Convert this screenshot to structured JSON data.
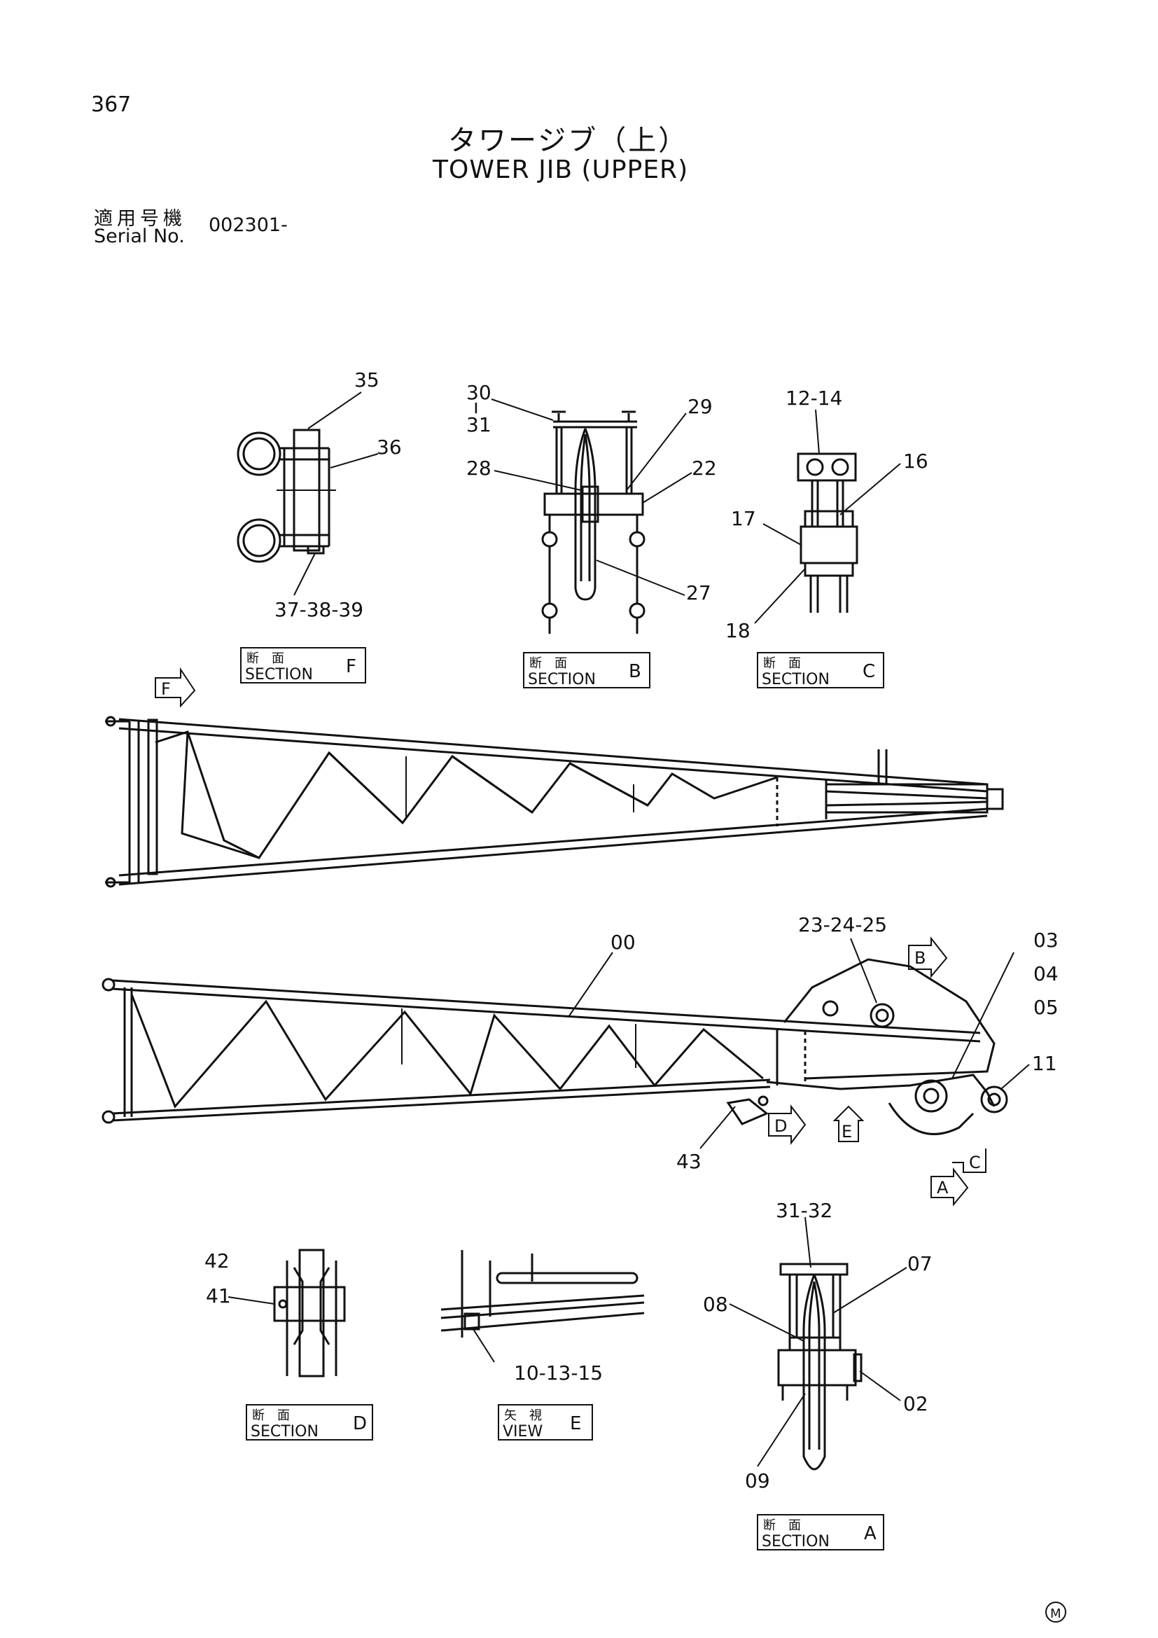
{
  "page_number": "367",
  "title_jp": "タワージブ（上）",
  "title_en": "TOWER JIB (UPPER)",
  "serial_label_jp": "適用号機",
  "serial_label_en": "Serial No.",
  "serial_value": "002301-",
  "section_tags": {
    "F": {
      "jp": "断　面",
      "en": "SECTION",
      "letter": "F"
    },
    "B": {
      "jp": "断　面",
      "en": "SECTION",
      "letter": "B"
    },
    "C": {
      "jp": "断　面",
      "en": "SECTION",
      "letter": "C"
    },
    "D": {
      "jp": "断　面",
      "en": "SECTION",
      "letter": "D"
    },
    "E": {
      "jp": "矢　視",
      "en": "VIEW",
      "letter": "E"
    },
    "A": {
      "jp": "断　面",
      "en": "SECTION",
      "letter": "A"
    }
  },
  "view_markers": {
    "F": "F",
    "B": "B",
    "D": "D",
    "E": "E",
    "C": "C",
    "A": "A"
  },
  "part_labels": {
    "l35": "35",
    "l36": "36",
    "l37_39": "37-38-39",
    "l30": "30",
    "l31": "31",
    "l29": "29",
    "l28": "28",
    "l22": "22",
    "l27": "27",
    "l12_14": "12-14",
    "l16": "16",
    "l17": "17",
    "l18": "18",
    "l00": "00",
    "l23_25": "23-24-25",
    "l03": "03",
    "l04": "04",
    "l05": "05",
    "l11": "11",
    "l43": "43",
    "l42": "42",
    "l41": "41",
    "l10_15": "10-13-15",
    "l31_32": "31-32",
    "l07": "07",
    "l08": "08",
    "l02": "02",
    "l09": "09"
  },
  "footer_mark": "M"
}
